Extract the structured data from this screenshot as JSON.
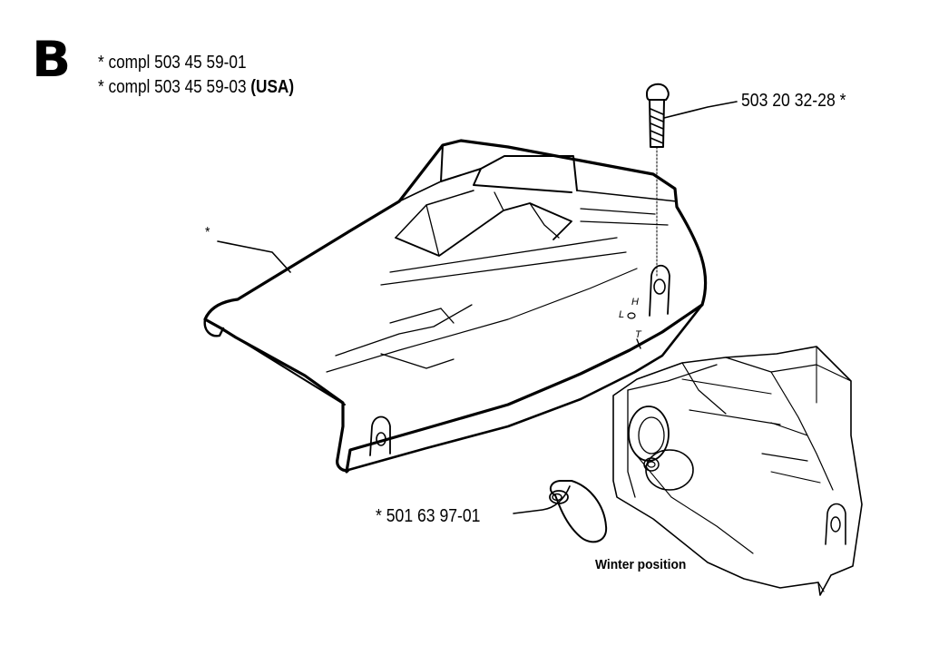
{
  "section": {
    "letter": "B"
  },
  "kits": [
    {
      "text": "* compl 503 45 59-01",
      "suffix": ""
    },
    {
      "text": "* compl 503 45 59-03 ",
      "suffix": "(USA)"
    }
  ],
  "callouts": {
    "bolt": "503 20 32-28  *",
    "cover": "*",
    "plug": "*  501 63 97-01",
    "winter": "Winter position"
  },
  "markings": {
    "h": "H",
    "l": "L",
    "t": "T"
  }
}
